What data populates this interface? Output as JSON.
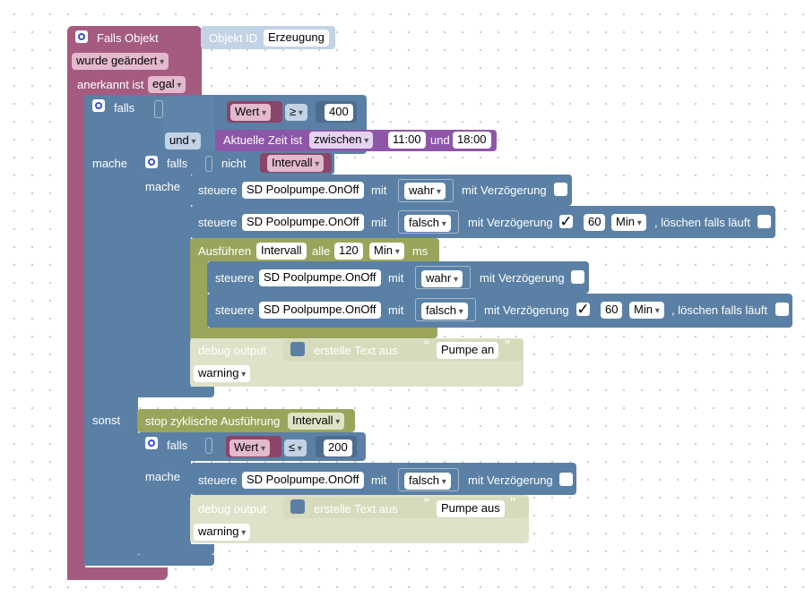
{
  "trigger": {
    "title": "Falls Objekt",
    "objekt_id_label": "Objekt ID",
    "objekt_id_value": "Erzeugung",
    "changed": "wurde geändert",
    "ack_label": "anerkannt ist",
    "ack_value": "egal"
  },
  "outer_if": {
    "falls": "falls",
    "und": "und",
    "mache": "mache",
    "sonst": "sonst",
    "cond1": {
      "var": "Wert",
      "op": "≥",
      "num": "400"
    },
    "cond2": {
      "label": "Aktuelle Zeit ist",
      "mode": "zwischen",
      "from": "11:00",
      "und": "und",
      "to": "18:00"
    }
  },
  "inner_if": {
    "falls": "falls",
    "nicht": "nicht",
    "var": "Intervall",
    "mache": "mache"
  },
  "set1": {
    "steuere": "steuere",
    "obj": "SD Poolpumpe.OnOff",
    "mit": "mit",
    "val": "wahr",
    "delay": "mit Verzögerung"
  },
  "set2": {
    "steuere": "steuere",
    "obj": "SD Poolpumpe.OnOff",
    "mit": "mit",
    "val": "falsch",
    "delay": "mit Verzögerung",
    "tick": "✓",
    "amount": "60",
    "unit": "Min",
    "clear": ", löschen falls läuft"
  },
  "interval": {
    "label": "Ausführen",
    "var": "Intervall",
    "alle": "alle",
    "num": "120",
    "unit": "Min",
    "ms": "ms"
  },
  "set3": {
    "steuere": "steuere",
    "obj": "SD Poolpumpe.OnOff",
    "mit": "mit",
    "val": "wahr",
    "delay": "mit Verzögerung"
  },
  "set4": {
    "steuere": "steuere",
    "obj": "SD Poolpumpe.OnOff",
    "mit": "mit",
    "val": "falsch",
    "delay": "mit Verzögerung",
    "tick": "✓",
    "amount": "60",
    "unit": "Min",
    "clear": ", löschen falls läuft"
  },
  "debug1": {
    "label": "debug output",
    "text_label": "erstelle Text aus",
    "open_q": "“",
    "text": "Pumpe an",
    "close_q": "”",
    "level": "warning"
  },
  "stop": {
    "label": "stop zyklische Ausführung",
    "var": "Intervall"
  },
  "else_if": {
    "falls": "falls",
    "mache": "mache",
    "var": "Wert",
    "op": "≤",
    "num": "200"
  },
  "set5": {
    "steuere": "steuere",
    "obj": "SD Poolpumpe.OnOff",
    "mit": "mit",
    "val": "falsch",
    "delay": "mit Verzögerung"
  },
  "debug2": {
    "label": "debug output",
    "text_label": "erstelle Text aus",
    "open_q": "“",
    "text": "Pumpe aus",
    "close_q": "”",
    "level": "warning"
  },
  "colors": {
    "trigger": "#a55b80",
    "logic": "#5b80a5",
    "time": "#8e56a8",
    "interval": "#9aa55b",
    "debug_disabled": "#e7e6d4"
  }
}
